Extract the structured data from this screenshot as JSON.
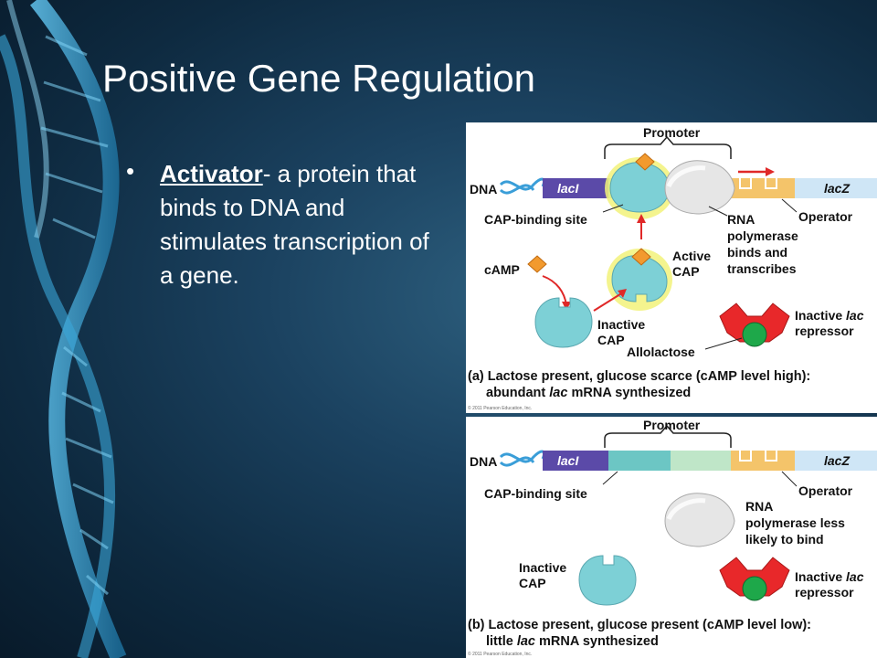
{
  "slide": {
    "title": "Positive Gene Regulation",
    "bullet": {
      "term": "Activator",
      "text": "- a protein that binds to DNA and stimulates transcription of a gene."
    }
  },
  "panel_a": {
    "promoter": "Promoter",
    "dna": "DNA",
    "laci": "lacI",
    "lacz": "lacZ",
    "cap_binding_site": "CAP-binding site",
    "operator": "Operator",
    "rna_line1": "RNA",
    "rna_line2": "polymerase",
    "rna_line3": "binds and",
    "rna_line4": "transcribes",
    "camp": "cAMP",
    "active_line1": "Active",
    "active_line2": "CAP",
    "inactive_line1": "Inactive",
    "inactive_line2": "CAP",
    "repressor_line1_a": "Inactive ",
    "repressor_line1_b": "lac",
    "repressor_line2": "repressor",
    "allolactose": "Allolactose",
    "caption_line1": "(a) Lactose present, glucose scarce (cAMP level high):",
    "caption_line2_a": "abundant ",
    "caption_line2_b": "lac",
    "caption_line2_c": " mRNA synthesized",
    "copyright": "© 2011 Pearson Education, Inc."
  },
  "panel_b": {
    "promoter": "Promoter",
    "dna": "DNA",
    "laci": "lacI",
    "lacz": "lacZ",
    "cap_binding_site": "CAP-binding site",
    "operator": "Operator",
    "rna_line1": "RNA",
    "rna_line2": "polymerase less",
    "rna_line3": "likely to bind",
    "inactive_line1": "Inactive",
    "inactive_line2": "CAP",
    "repressor_line1_a": "Inactive ",
    "repressor_line1_b": "lac",
    "repressor_line2": "repressor",
    "caption_line1": "(b) Lactose present, glucose present (cAMP level low):",
    "caption_line2_a": "little ",
    "caption_line2_b": "lac",
    "caption_line2_c": " mRNA synthesized",
    "copyright": "© 2011 Pearson Education, Inc."
  },
  "colors": {
    "background": "#1b4260",
    "laci": "#5b4aa8",
    "cap_site": "#7fcfcf",
    "promoter_region": "#bfe6c8",
    "operator": "#f4c46a",
    "lacz": "#cfe6f6",
    "camp": "#f29a2e",
    "cap_protein": "#7dd0d6",
    "glow": "#f2f27a",
    "repressor": "#e8282a",
    "allolactose": "#1ea84a",
    "arrow": "#e02828"
  }
}
